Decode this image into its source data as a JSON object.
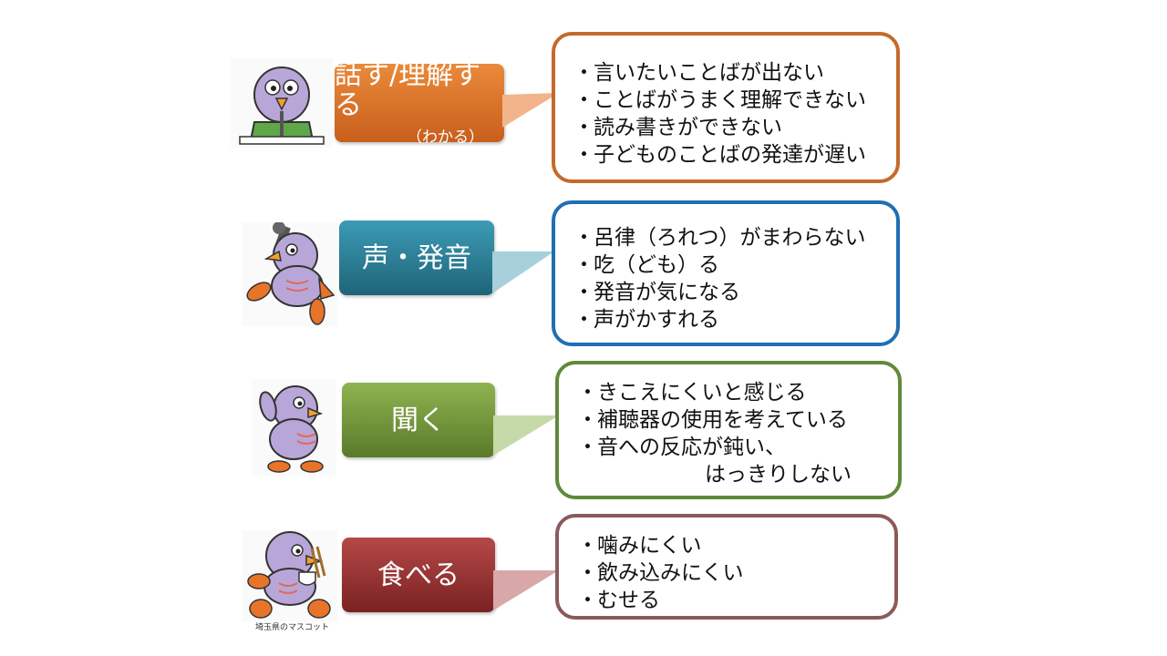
{
  "categories": [
    {
      "label": "話す/理解する",
      "sublabel": "（わかる）",
      "color": "#e07a2a",
      "border": "#c46a2c",
      "items": [
        "言いたいことばが出ない",
        "ことばがうまく理解できない",
        "読み書きができない",
        "子どものことばの発達が遅い"
      ],
      "mascot_icon": "mascot-speaking-icon"
    },
    {
      "label": "声・発音",
      "color": "#2e8aa3",
      "border": "#1f6fb2",
      "items": [
        "呂律（ろれつ）がまわらない",
        "吃（ども）る",
        "発音が気になる",
        "声がかすれる"
      ],
      "mascot_icon": "mascot-microphone-icon"
    },
    {
      "label": "聞く",
      "color": "#7a9a3a",
      "border": "#5f8a3a",
      "items": [
        "きこえにくいと感じる",
        "補聴器の使用を考えている",
        "音への反応が鈍い、",
        "はっきりしない"
      ],
      "mascot_icon": "mascot-hand-to-ear-icon"
    },
    {
      "label": "食べる",
      "color": "#9e3a3a",
      "border": "#8a5a5a",
      "items": [
        "噛みにくい",
        "飲み込みにくい",
        "むせる"
      ],
      "mascot_icon": "mascot-eating-icon"
    }
  ],
  "credit": "埼玉県のマスコット",
  "bullet": "・"
}
